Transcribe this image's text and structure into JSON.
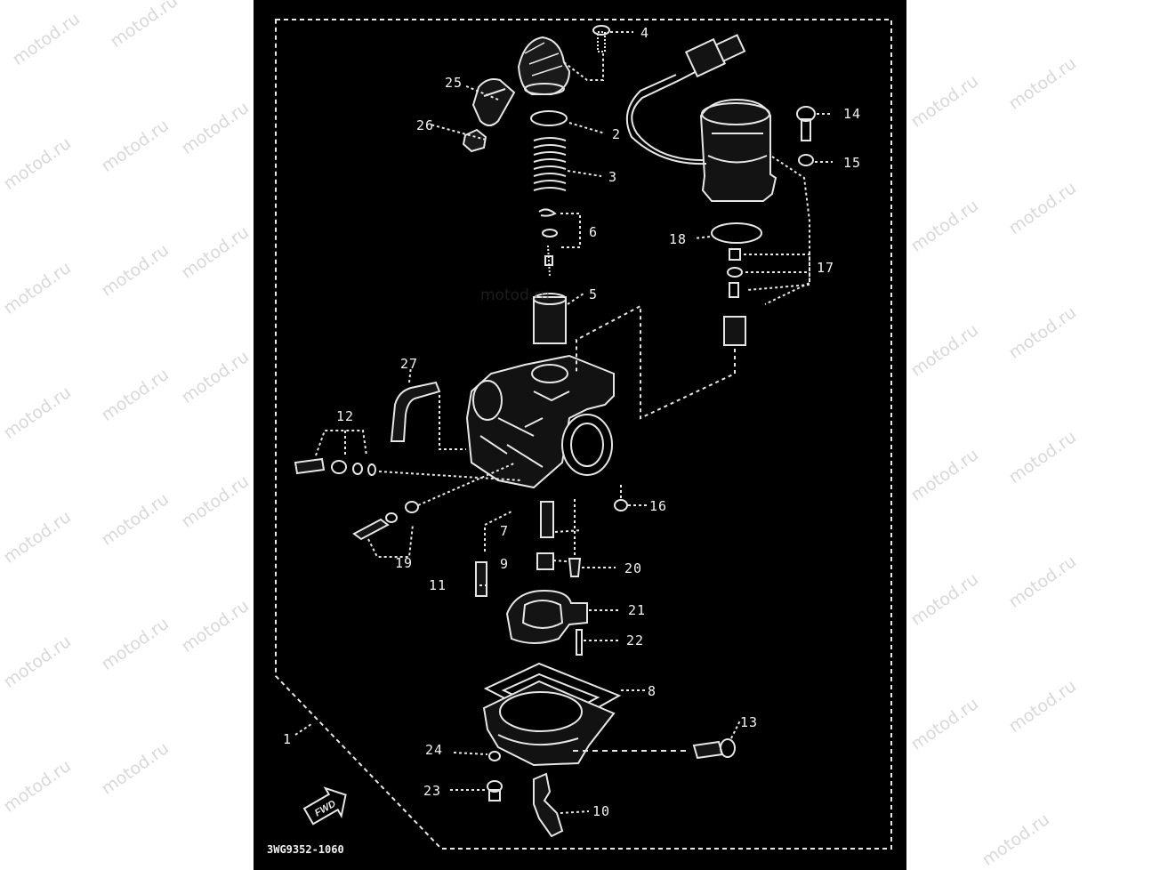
{
  "diagram": {
    "drawing_code": "3WG9352-1060",
    "fwd_label": "FWD",
    "watermark": "motod.ru",
    "callouts": [
      {
        "id": "1",
        "label": "1"
      },
      {
        "id": "2",
        "label": "2"
      },
      {
        "id": "3",
        "label": "3"
      },
      {
        "id": "4",
        "label": "4"
      },
      {
        "id": "5",
        "label": "5"
      },
      {
        "id": "6",
        "label": "6"
      },
      {
        "id": "7",
        "label": "7"
      },
      {
        "id": "8",
        "label": "8"
      },
      {
        "id": "9",
        "label": "9"
      },
      {
        "id": "10",
        "label": "10"
      },
      {
        "id": "11",
        "label": "11"
      },
      {
        "id": "12",
        "label": "12"
      },
      {
        "id": "13",
        "label": "13"
      },
      {
        "id": "14",
        "label": "14"
      },
      {
        "id": "15",
        "label": "15"
      },
      {
        "id": "16",
        "label": "16"
      },
      {
        "id": "17",
        "label": "17"
      },
      {
        "id": "18",
        "label": "18"
      },
      {
        "id": "19",
        "label": "19"
      },
      {
        "id": "20",
        "label": "20"
      },
      {
        "id": "21",
        "label": "21"
      },
      {
        "id": "22",
        "label": "22"
      },
      {
        "id": "23",
        "label": "23"
      },
      {
        "id": "24",
        "label": "24"
      },
      {
        "id": "25",
        "label": "25"
      },
      {
        "id": "26",
        "label": "26"
      },
      {
        "id": "27",
        "label": "27"
      }
    ]
  }
}
